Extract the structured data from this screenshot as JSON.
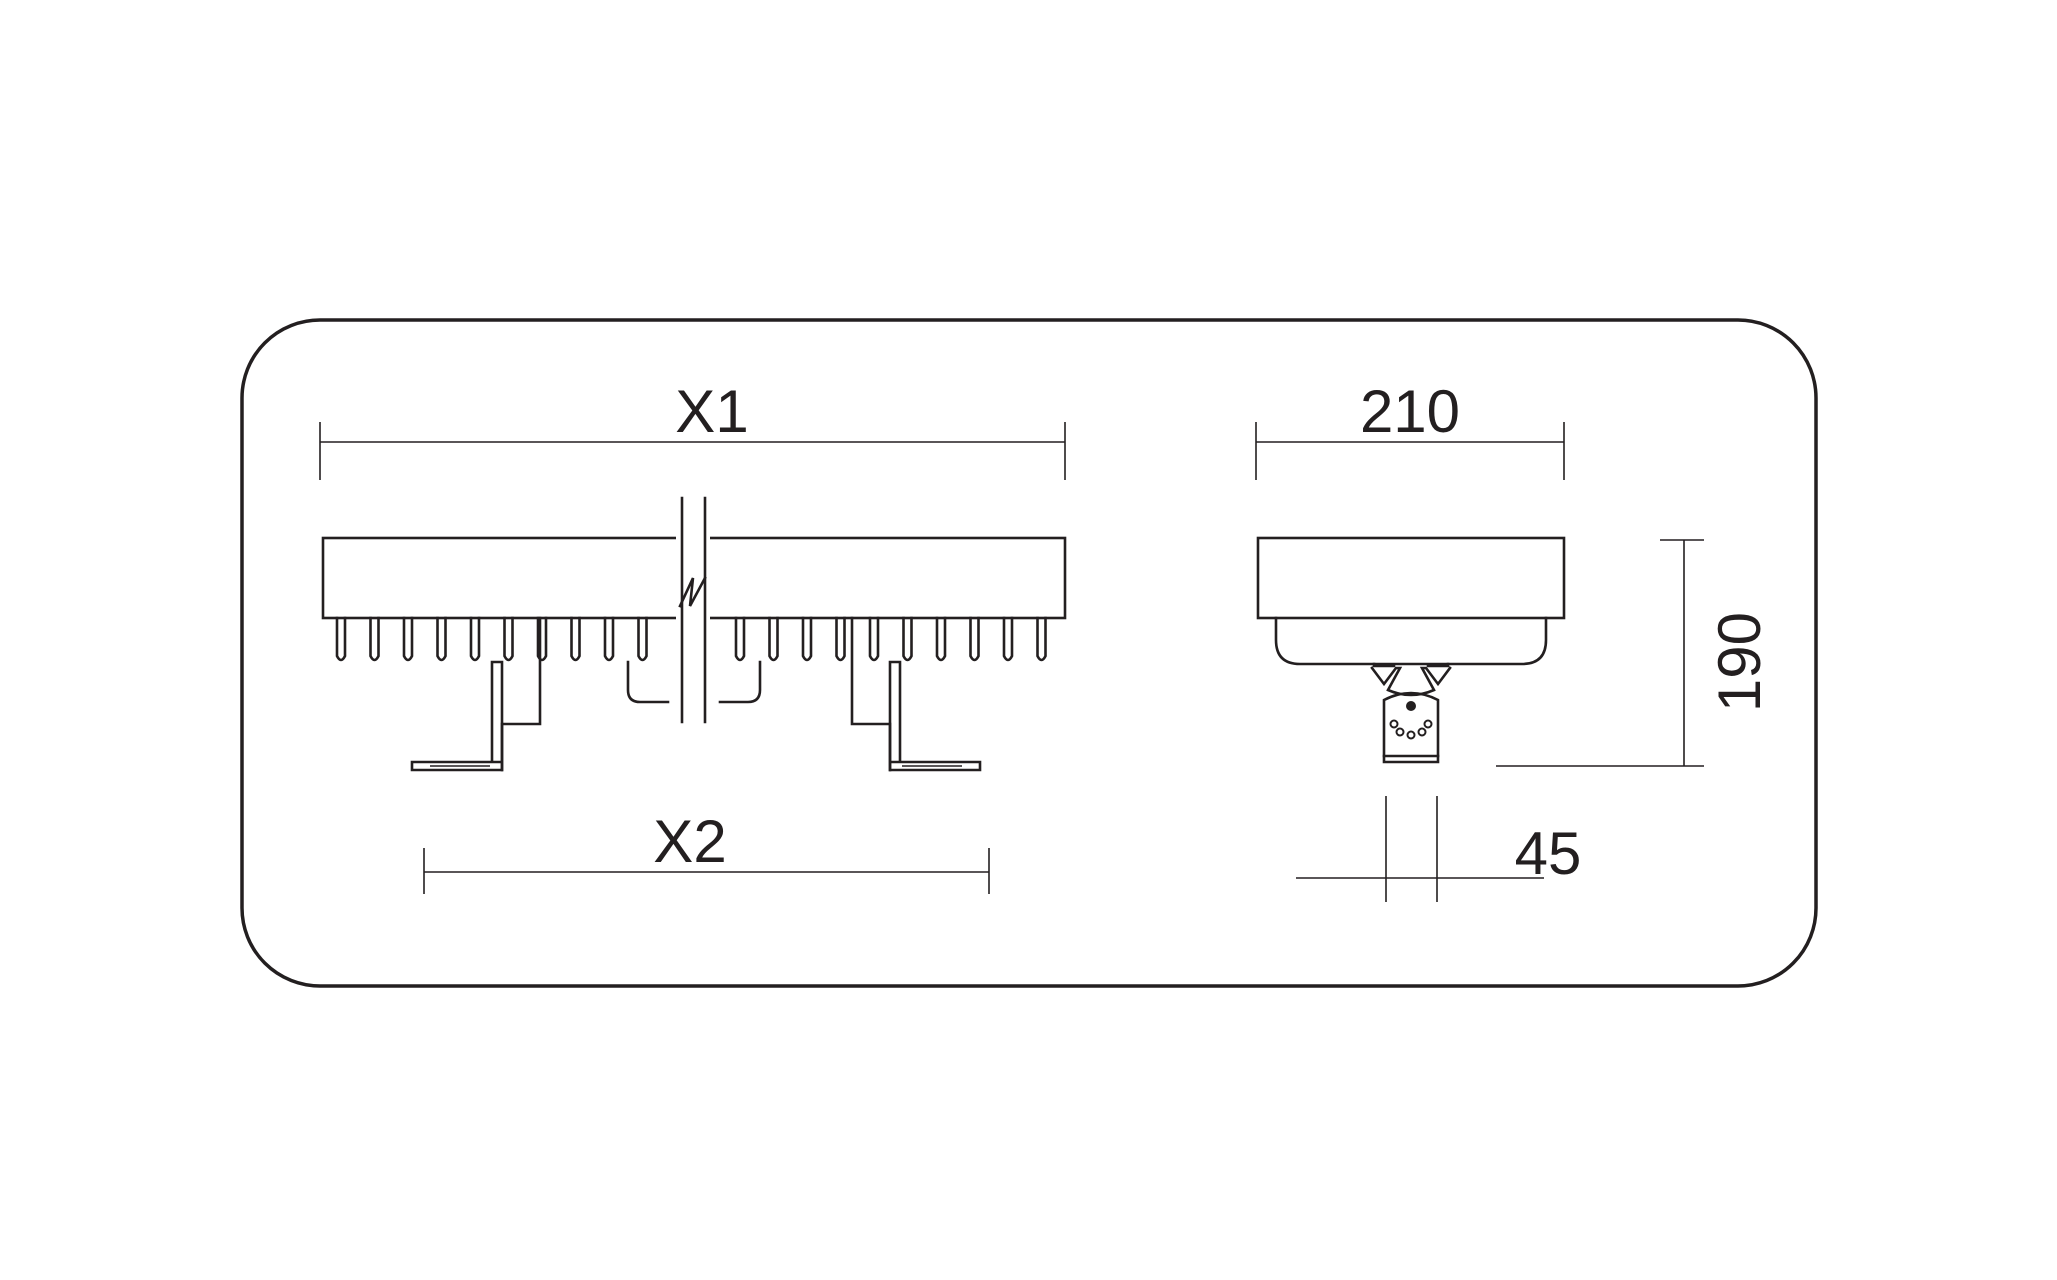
{
  "drawing": {
    "front_view": {
      "overall_length_label": "X1",
      "bracket_spacing_label": "X2"
    },
    "side_view": {
      "width_label": "210",
      "height_label": "190",
      "bracket_label": "45"
    },
    "colors": {
      "line": "#231f20",
      "background": "#ffffff"
    }
  }
}
